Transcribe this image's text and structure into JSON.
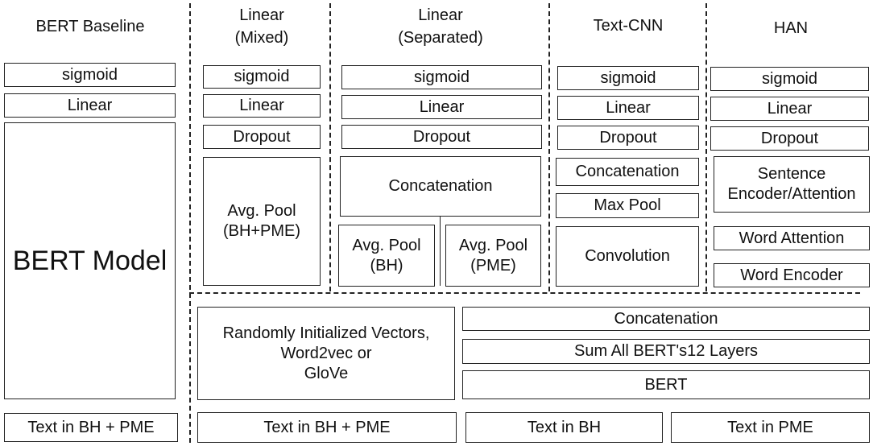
{
  "headers": {
    "bert_baseline": "BERT Baseline",
    "linear_mixed": "Linear\n(Mixed)",
    "linear_separated": "Linear\n(Separated)",
    "text_cnn": "Text-CNN",
    "han": "HAN"
  },
  "baseline": {
    "sigmoid": "sigmoid",
    "linear": "Linear",
    "bert_model": "BERT Model",
    "input": "Text in BH + PME"
  },
  "linear_mixed": {
    "sigmoid": "sigmoid",
    "linear": "Linear",
    "dropout": "Dropout",
    "pool": "Avg. Pool\n(BH+PME)"
  },
  "linear_separated": {
    "sigmoid": "sigmoid",
    "linear": "Linear",
    "dropout": "Dropout",
    "concat": "Concatenation",
    "pool_bh": "Avg. Pool\n(BH)",
    "pool_pme": "Avg. Pool\n(PME)"
  },
  "text_cnn": {
    "sigmoid": "sigmoid",
    "linear": "Linear",
    "dropout": "Dropout",
    "concat": "Concatenation",
    "maxpool": "Max Pool",
    "conv": "Convolution"
  },
  "han": {
    "sigmoid": "sigmoid",
    "linear": "Linear",
    "dropout": "Dropout",
    "sentence": "Sentence\nEncoder/Attention",
    "word_attn": "Word Attention",
    "word_enc": "Word Encoder"
  },
  "embeddings": {
    "random": "Randomly Initialized Vectors,\nWord2vec or\nGloVe",
    "concat": "Concatenation",
    "sum": "Sum All BERT's12 Layers",
    "bert": "BERT"
  },
  "inputs": {
    "mixed": "Text in BH + PME",
    "bh": "Text in BH",
    "pme": "Text in PME"
  }
}
